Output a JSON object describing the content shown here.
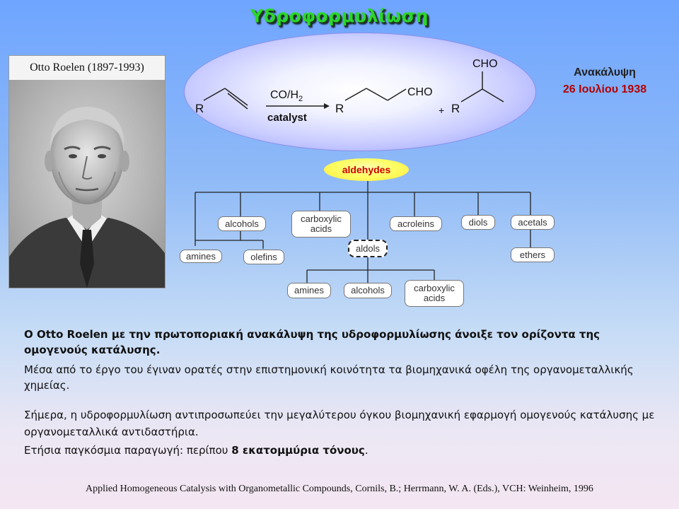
{
  "title": "Υδροφορμυλίωση",
  "photo": {
    "caption": "Otto Roelen (1897-1993)"
  },
  "reaction": {
    "reactant_r": "R",
    "reagent_top": "CO/H",
    "reagent_sub": "2",
    "reagent_bottom": "catalyst",
    "product1_r": "R",
    "product1_cho": "CHO",
    "plus": "+",
    "product2_r": "R",
    "product2_cho": "CHO"
  },
  "discovery": {
    "label": "Ανακάλυψη",
    "date": "26 Ιουλίου 1938"
  },
  "tree": {
    "root": "aldehydes",
    "level1": [
      "alcohols",
      "carboxylic\nacids",
      "acroleins",
      "diols",
      "acetals"
    ],
    "alcohols_children": [
      "amines",
      "olefins"
    ],
    "acetals_child": "ethers",
    "aldols": "aldols",
    "aldols_children": [
      "amines",
      "alcohols",
      "carboxylic\nacids"
    ]
  },
  "text": {
    "p1": "Ο Otto Roelen με την πρωτοποριακή ανακάλυψη της υδροφορμυλίωσης άνοιξε τον ορίζοντα της ομογενούς κατάλυσης.",
    "p2": "Μέσα από το έργο του έγιναν ορατές στην επιστημονική κοινότητα τα βιομηχανικά οφέλη της οργανομεταλλικής χημείας.",
    "p3": "Σήμερα, η υδροφορμυλίωση αντιπροσωπεύει την μεγαλύτερου όγκου βιομηχανική εφαρμογή ομογενούς κατάλυσης με οργανομεταλλικά αντιδαστήρια.",
    "p4_prefix": "Ετήσια παγκόσμια παραγωγή: περίπου ",
    "p4_bold": "8 εκατομμύρια τόνους",
    "p4_suffix": "."
  },
  "reference": "Applied Homogeneous Catalysis with Organometallic Compounds, Cornils, B.; Herrmann, W. A. (Eds.), VCH: Weinheim,  1996",
  "colors": {
    "title": "#2bd62b",
    "date": "#b30000",
    "aldehydes_text": "#cc0000",
    "aldehydes_fill": "#ffff66"
  }
}
